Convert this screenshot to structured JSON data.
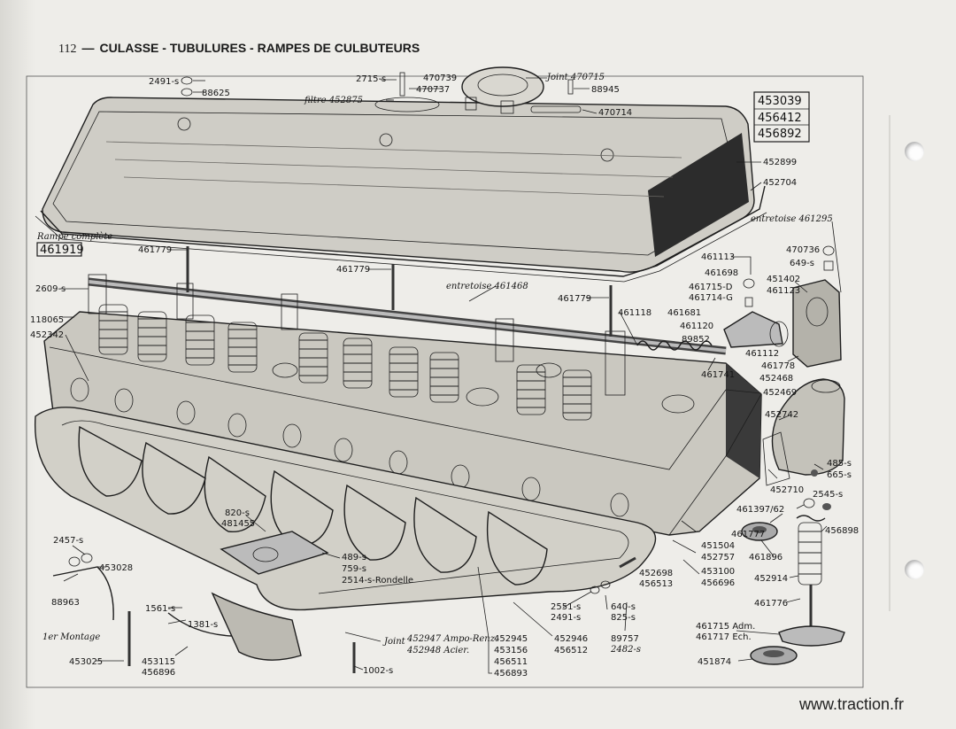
{
  "header": {
    "page_number": "112",
    "title": "CULASSE - TUBULURES - RAMPES DE CULBUTEURS"
  },
  "watermark": "www.traction.fr",
  "boxed_numbers": [
    "453039",
    "456412",
    "456892"
  ],
  "rampe": {
    "caption": "Rampe complète",
    "number": "461919"
  },
  "montage_note": "1er Montage",
  "labels": {
    "l2491s": "2491-s",
    "l88625": "88625",
    "l2715s": "2715-s",
    "l470739": "470739",
    "l470737": "470737",
    "ljoint470715": "Joint 470715",
    "l88945": "88945",
    "lfiltre": "filtre 452875",
    "l470714": "470714",
    "l452899": "452899",
    "l452704": "452704",
    "lentretoise461295": "entretoise 461295",
    "l461779a": "461779",
    "l461779b": "461779",
    "l461779c": "461779",
    "lentretoise461468": "entretoise 461468",
    "l2609s": "2609-s",
    "l118065": "118065",
    "l452342": "452342",
    "l461113": "461113",
    "l461698": "461698",
    "l461715d": "461715-D",
    "l461714g": "461714-G",
    "l461118": "461118",
    "l461681": "461681",
    "l461120": "461120",
    "l89852": "89852",
    "l461741": "461741",
    "l470736": "470736",
    "l649s": "649-s",
    "l451402": "451402",
    "l461123": "461123",
    "l461112": "461112",
    "l461778": "461778",
    "l452468": "452468",
    "l452469": "452469",
    "l452742": "452742",
    "l485s": "485-s",
    "l665s": "665-s",
    "l452710": "452710",
    "l2545s": "2545-s",
    "l461397": "461397/62",
    "l461777": "461777",
    "l456898": "456898",
    "l451504": "451504",
    "l452757": "452757",
    "l461896": "461896",
    "l452698": "452698",
    "l456513": "456513",
    "l453100": "453100",
    "l456696": "456696",
    "l452914": "452914",
    "l461776": "461776",
    "l461715adm": "461715 Adm.",
    "l461717ech": "461717 Ech.",
    "l451874": "451874",
    "l820s": "820-s",
    "l481455": "481455",
    "l2457s": "2457-s",
    "l453028": "453028",
    "l88963": "88963",
    "l489s": "489-s",
    "l759s": "759-s",
    "l2514s": "2514-s-Rondelle",
    "l1561s": "1561-s",
    "l1381s": "1381-s",
    "l453025": "453025",
    "l453115": "453115",
    "l456896": "456896",
    "ljoint": "Joint",
    "l452947": "452947 Ampo-Renz.",
    "l452948": "452948 Acier.",
    "l1002s": "1002-s",
    "l452945": "452945",
    "l453156": "453156",
    "l456511": "456511",
    "l456893": "456893",
    "l452946": "452946",
    "l456512": "456512",
    "l2551s": "2551-s",
    "l2491s2": "2491-s",
    "l640s": "640-s",
    "l825s": "825-s",
    "l89757": "89757",
    "l2482s": "2482-s"
  }
}
